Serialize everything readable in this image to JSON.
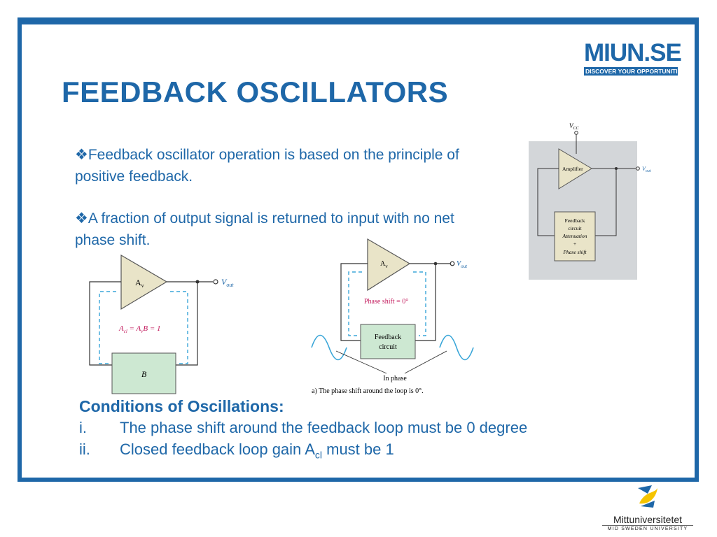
{
  "slide": {
    "title": "FEEDBACK OSCILLATORS",
    "brand": {
      "name": "MIUN.SE",
      "tagline": "DISCOVER YOUR OPPORTUNITIES"
    },
    "bullets": [
      {
        "marker": "❖",
        "text": "Feedback oscillator operation is based on the principle of positive feedback."
      },
      {
        "marker": "❖",
        "text": "A fraction of output signal is returned to input with no net phase shift."
      }
    ],
    "conditions": {
      "heading": "Conditions of Oscillations:",
      "items": [
        {
          "num": "i.",
          "text": "The phase shift around the feedback loop must be 0 degree"
        },
        {
          "num": "ii.",
          "text_before": "Closed feedback loop gain A",
          "subscript": "cl",
          "text_after": " must be 1"
        }
      ]
    },
    "footer": {
      "university": "Mittuniversitetet",
      "subtitle": "MID SWEDEN UNIVERSITY"
    }
  },
  "diagrams": {
    "left": {
      "amp_label": "A",
      "amp_sub": "v",
      "output": "V",
      "output_sub": "out",
      "gain_eq": "A",
      "gain_eq_sub": "cl",
      "gain_eq_rest": " = A",
      "gain_eq_sub2": "v",
      "gain_eq_end": "B = 1",
      "feedback_label": "B"
    },
    "middle": {
      "amp_label": "A",
      "amp_sub": "v",
      "output": "V",
      "output_sub": "out",
      "phase": "Phase shift = 0°",
      "feedback_line1": "Feedback",
      "feedback_line2": "circuit",
      "in_phase": "In phase",
      "caption": "a) The phase shift around the loop is 0°."
    },
    "right": {
      "vcc": "V",
      "vcc_sub": "CC",
      "amp": "Amplifier",
      "output": "V",
      "output_sub": "out",
      "fb1": "Feedback",
      "fb2": "circuit",
      "fb3": "Attenuation",
      "fb4": "+",
      "fb5": "Phase shift"
    }
  },
  "colors": {
    "accent": "#1e67a8",
    "amp_fill": "#e9e4c8",
    "feedback_fill": "#cde8d2",
    "loop_dash": "#3aa6d8",
    "phase_text": "#c2185b",
    "right_panel_bg": "#d3d6d9"
  }
}
